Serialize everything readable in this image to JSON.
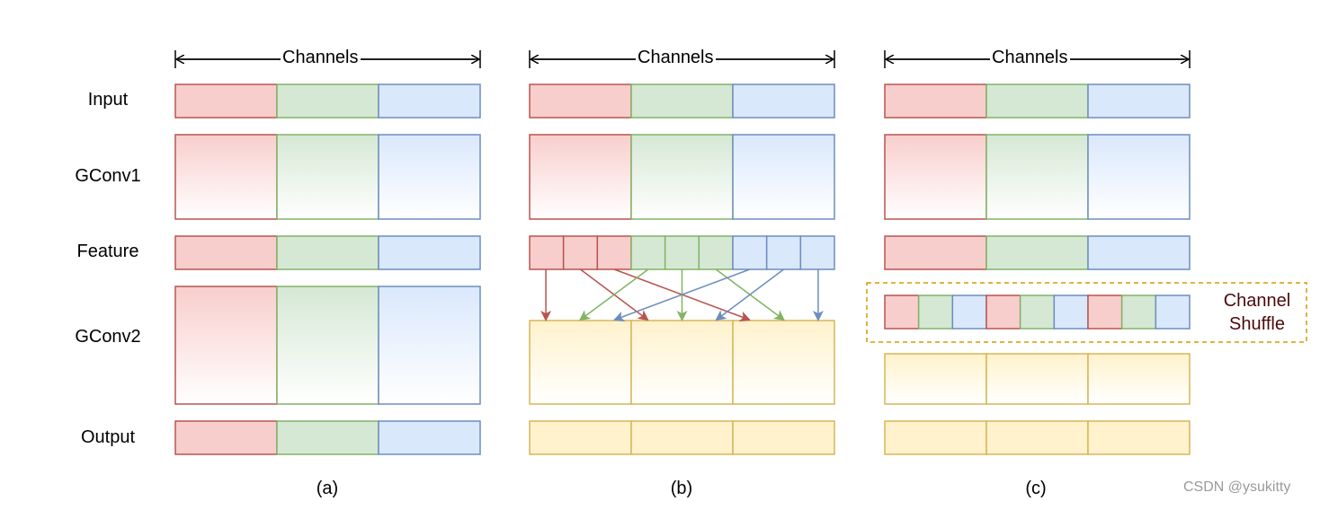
{
  "rows": {
    "input": "Input",
    "gconv1": "GConv1",
    "feature": "Feature",
    "gconv2": "GConv2",
    "output": "Output"
  },
  "channels_label": "Channels",
  "captions": {
    "a": "(a)",
    "b": "(b)",
    "c": "(c)"
  },
  "channel_shuffle": {
    "line1": "Channel",
    "line2": "Shuffle"
  },
  "watermark": "CSDN @ysukitty",
  "colors": {
    "red_fill": "#f8cecc",
    "red_stroke": "#b85450",
    "green_fill": "#d5e8d4",
    "green_stroke": "#82b366",
    "blue_fill": "#dae8fc",
    "blue_stroke": "#6c8ebf",
    "yellow_fill": "#fff2cc",
    "yellow_stroke": "#d6b656",
    "shuffle_border": "#d79b00",
    "arrow": "#000000"
  }
}
